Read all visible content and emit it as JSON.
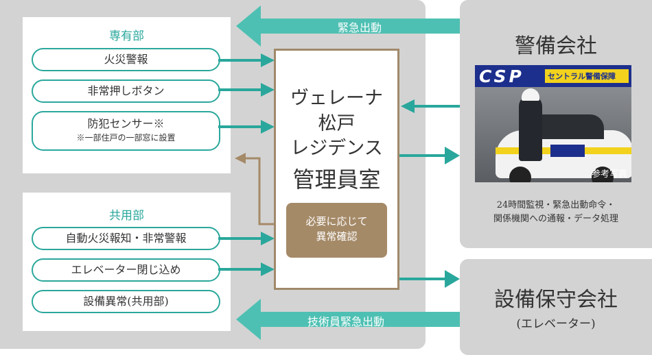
{
  "private_section": {
    "title": "専有部",
    "items": [
      {
        "label": "火災警報",
        "note": ""
      },
      {
        "label": "非常押しボタン",
        "note": ""
      },
      {
        "label": "防犯センサー※",
        "note": "※一部住戸の一部窓に設置"
      }
    ]
  },
  "common_section": {
    "title": "共用部",
    "items": [
      {
        "label": "自動火災報知・非常警報"
      },
      {
        "label": "エレベーター閉じ込め"
      },
      {
        "label": "設備異常(共用部)"
      }
    ]
  },
  "manager_room": {
    "name_line1": "ヴェレーナ",
    "name_line2": "松戸",
    "name_line3": "レジデンス",
    "room": "管理員室",
    "check_line1": "必要に応じて",
    "check_line2": "異常確認"
  },
  "security_company": {
    "title": "警備会社",
    "photo_logo": "CSP",
    "photo_brand": "セントラル警備保障",
    "photo_caption": "参考写真",
    "desc_line1": "24時間監視・緊急出動命令・",
    "desc_line2": "関係機関への通報・データ処理"
  },
  "maintenance_company": {
    "title": "設備保守会社",
    "subtitle": "(エレベーター)"
  },
  "arrows": {
    "emergency_dispatch": "緊急出動",
    "technician_dispatch": "技術員緊急出動"
  },
  "colors": {
    "teal": "#2aa79c",
    "arrow_teal": "#4ec0b3",
    "brown": "#a58a68",
    "gray": "#d3d3d3"
  }
}
